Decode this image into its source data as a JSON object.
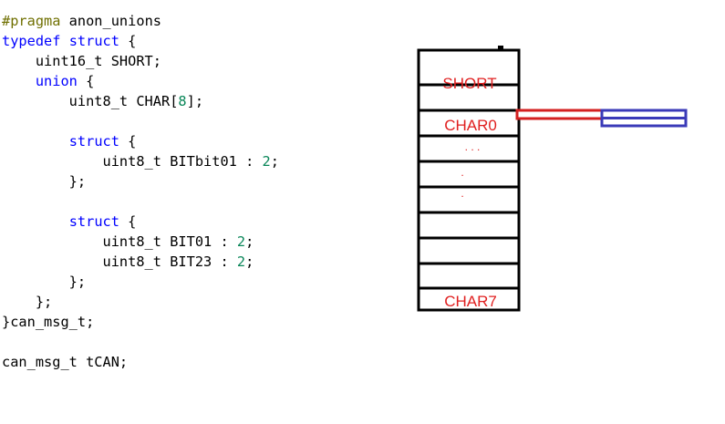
{
  "code": {
    "lines": [
      [
        {
          "t": "#pragma",
          "k": "preproc"
        },
        {
          "t": " anon_unions",
          "k": "plain"
        }
      ],
      [
        {
          "t": "typedef",
          "k": "keyword"
        },
        {
          "t": " ",
          "k": "plain"
        },
        {
          "t": "struct",
          "k": "keyword"
        },
        {
          "t": " {",
          "k": "plain"
        }
      ],
      [
        {
          "t": "    uint16_t SHORT;",
          "k": "plain"
        }
      ],
      [
        {
          "t": "    ",
          "k": "plain"
        },
        {
          "t": "union",
          "k": "keyword"
        },
        {
          "t": " {",
          "k": "plain"
        }
      ],
      [
        {
          "t": "        uint8_t CHAR[",
          "k": "plain"
        },
        {
          "t": "8",
          "k": "number"
        },
        {
          "t": "];",
          "k": "plain"
        }
      ],
      [
        {
          "t": "",
          "k": "plain"
        }
      ],
      [
        {
          "t": "        ",
          "k": "plain"
        },
        {
          "t": "struct",
          "k": "keyword"
        },
        {
          "t": " {",
          "k": "plain"
        }
      ],
      [
        {
          "t": "            uint8_t BITbit01 : ",
          "k": "plain"
        },
        {
          "t": "2",
          "k": "number"
        },
        {
          "t": ";",
          "k": "plain"
        }
      ],
      [
        {
          "t": "        };",
          "k": "plain"
        }
      ],
      [
        {
          "t": "",
          "k": "plain"
        }
      ],
      [
        {
          "t": "        ",
          "k": "plain"
        },
        {
          "t": "struct",
          "k": "keyword"
        },
        {
          "t": " {",
          "k": "plain"
        }
      ],
      [
        {
          "t": "            uint8_t BIT01 : ",
          "k": "plain"
        },
        {
          "t": "2",
          "k": "number"
        },
        {
          "t": ";",
          "k": "plain"
        }
      ],
      [
        {
          "t": "            uint8_t BIT23 : ",
          "k": "plain"
        },
        {
          "t": "2",
          "k": "number"
        },
        {
          "t": ";",
          "k": "plain"
        }
      ],
      [
        {
          "t": "        };",
          "k": "plain"
        }
      ],
      [
        {
          "t": "    };",
          "k": "plain"
        }
      ],
      [
        {
          "t": "}can_msg_t;",
          "k": "plain"
        }
      ],
      [
        {
          "t": "",
          "k": "plain"
        }
      ],
      [
        {
          "t": "can_msg_t tCAN;",
          "k": "plain"
        }
      ]
    ]
  },
  "memory_diagram": {
    "cells": [
      "",
      "SHORT",
      "CHAR0",
      ". . .",
      ".",
      ".",
      "",
      "",
      "",
      "CHAR7"
    ],
    "connector_color": "#d42020",
    "bitfield_box_color": "#3a3ab8",
    "label_color": "#e02020",
    "outline_color": "#000000"
  }
}
